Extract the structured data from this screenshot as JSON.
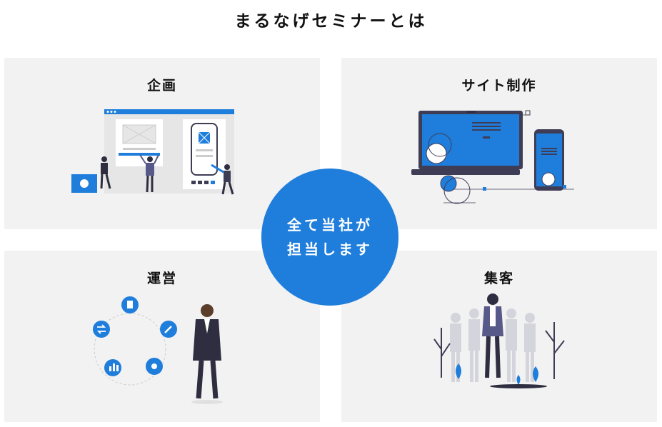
{
  "title": "まるなげセミナーとは",
  "center": {
    "line1": "全て当社が",
    "line2": "担当します"
  },
  "panels": [
    {
      "label": "企画",
      "icon": "web-design-illustration"
    },
    {
      "label": "サイト制作",
      "icon": "responsive-devices-illustration"
    },
    {
      "label": "運営",
      "icon": "businessman-cycle-illustration"
    },
    {
      "label": "集客",
      "icon": "crowd-illustration"
    }
  ],
  "colors": {
    "accent": "#1f7ddb",
    "panel_bg": "#f2f2f2",
    "dark": "#3f3d56"
  }
}
